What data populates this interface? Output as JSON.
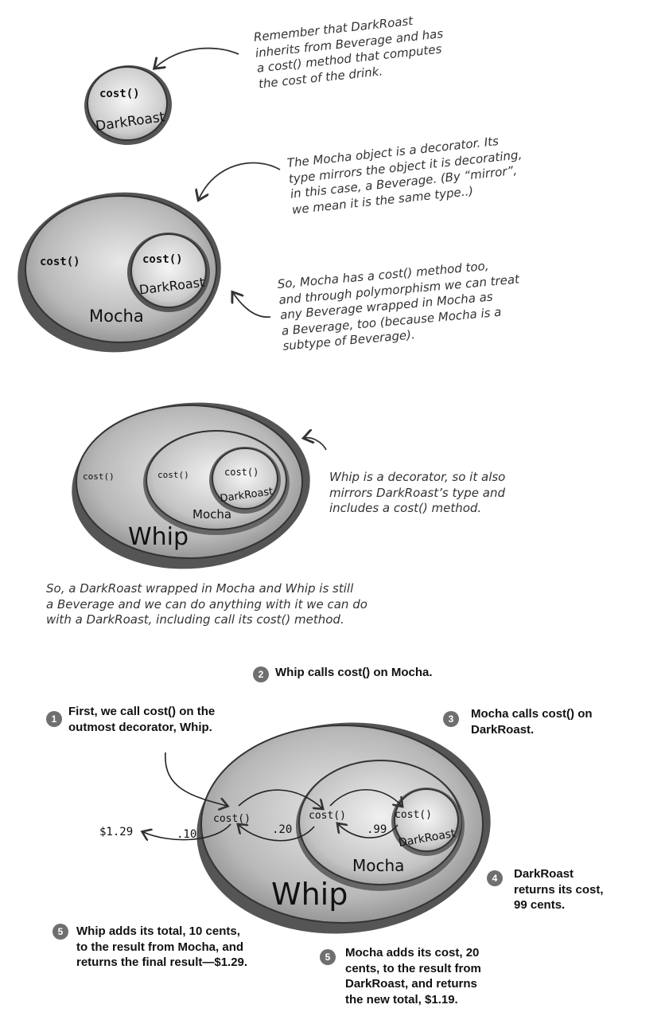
{
  "labels": {
    "cost": "cost()",
    "darkroast": "DarkRoast",
    "mocha": "Mocha",
    "whip": "Whip"
  },
  "notes": {
    "n1": [
      "Remember that DarkRoast",
      "inherits from Beverage and has",
      "a cost() method that computes",
      "the cost of the drink."
    ],
    "n2": [
      "The Mocha object is a decorator.  Its",
      "type mirrors the object it is decorating,",
      "in this case, a Beverage. (By “mirror”,",
      "we mean it is the same type..)"
    ],
    "n3": [
      "So, Mocha has a cost() method too,",
      "and through polymorphism we can treat",
      "any Beverage wrapped in Mocha as",
      "a Beverage, too (because Mocha is a",
      "subtype of Beverage)."
    ],
    "n4": [
      "Whip is a decorator, so it also",
      "mirrors DarkRoast’s type and",
      "includes a cost() method."
    ],
    "n5": [
      "So, a DarkRoast wrapped in Mocha and Whip is still",
      "a Beverage and we can do anything with it we can do",
      "with a  DarkRoast, including call its cost() method."
    ]
  },
  "steps": {
    "s1": {
      "num": "1",
      "lines": [
        "First, we call cost() on the",
        "outmost decorator, Whip."
      ]
    },
    "s2": {
      "num": "2",
      "lines": [
        "Whip calls cost() on Mocha."
      ]
    },
    "s3": {
      "num": "3",
      "lines": [
        "Mocha calls cost() on",
        "DarkRoast."
      ]
    },
    "s4": {
      "num": "4",
      "lines": [
        "DarkRoast",
        "returns its cost,",
        "99 cents."
      ]
    },
    "s5a": {
      "num": "5",
      "lines": [
        "Whip adds its total, 10 cents,",
        "to the result from Mocha, and",
        "returns the final result—$1.29."
      ]
    },
    "s5b": {
      "num": "5",
      "lines": [
        "Mocha adds its cost, 20",
        "cents, to the result from",
        "DarkRoast, and returns",
        "the new total, $1.19."
      ]
    }
  },
  "values": {
    "total": "$1.29",
    "whip_cost": ".10",
    "mocha_cost": ".20",
    "darkroast_cost": ".99"
  },
  "colors": {
    "ring": "#3a3a3a",
    "fill_outer": "#9a9a9a",
    "fill_mid": "#bcbcbc",
    "fill_inner": "#d8d8d8",
    "badge": "#6f6f6f"
  }
}
